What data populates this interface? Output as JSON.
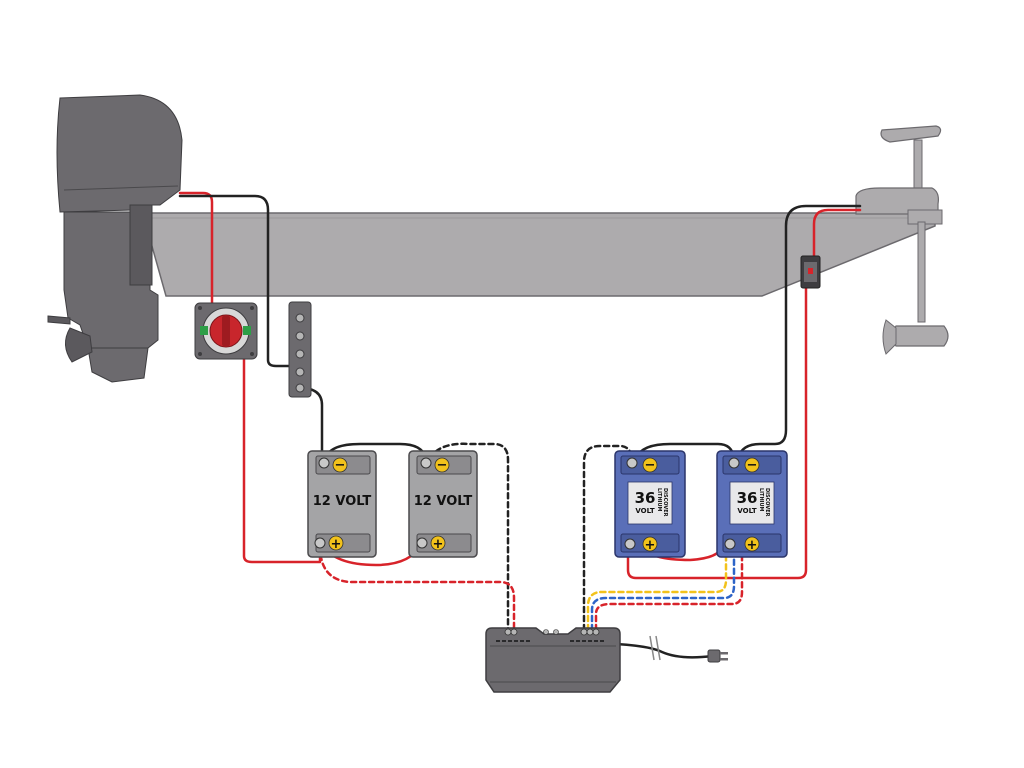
{
  "lead_acid_batteries": [
    {
      "label": "12 VOLT",
      "negative_symbol": "−",
      "positive_symbol": "+"
    },
    {
      "label": "12 VOLT",
      "negative_symbol": "−",
      "positive_symbol": "+"
    }
  ],
  "lithium_batteries": [
    {
      "voltage": "36",
      "unit": "VOLT",
      "brand_line1": "DISCOVER",
      "brand_line2": "LITHIUM",
      "negative_symbol": "−",
      "positive_symbol": "+"
    },
    {
      "voltage": "36",
      "unit": "VOLT",
      "brand_line1": "DISCOVER",
      "brand_line2": "LITHIUM",
      "negative_symbol": "−",
      "positive_symbol": "+"
    }
  ],
  "colors": {
    "hull": "#adabad",
    "motor": "#6c6a6e",
    "positive_wire": "#d8232a",
    "negative_wire": "#222222",
    "yellow_wire": "#f2c21b",
    "blue_wire": "#2d64c8",
    "lead_battery": "#a4a4a6",
    "lithium_battery": "#5a6fb8",
    "switch_red": "#c8262c",
    "switch_green": "#2e9e47"
  }
}
